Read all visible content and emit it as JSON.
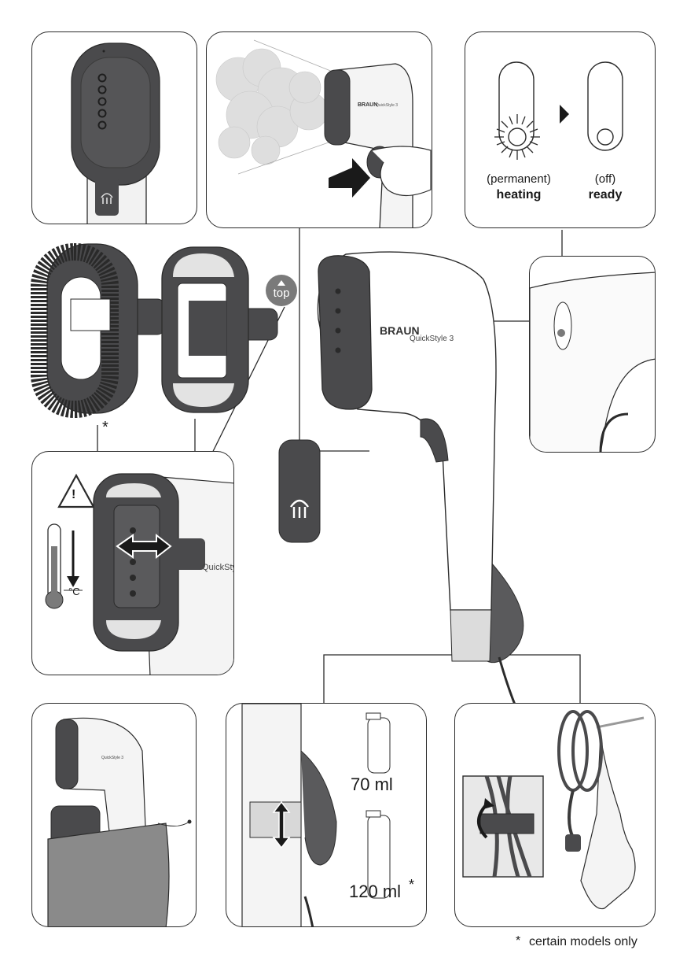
{
  "brand": {
    "logo": "BRAUN",
    "model": "QuickStyle 3",
    "model_small": "QuickStyle 3"
  },
  "indicator": {
    "left_state": "(permanent)",
    "left_label": "heating",
    "right_state": "(off)",
    "right_label": "ready"
  },
  "attachment": {
    "top_label": "top",
    "asterisk": "*"
  },
  "warning": {
    "unit": "°C",
    "symbol": "!"
  },
  "tank": {
    "small": "70 ml",
    "large": "120 ml",
    "large_mark": "*"
  },
  "footnote": {
    "mark": "*",
    "text": "certain models only"
  },
  "colors": {
    "dark": "#4a4a4c",
    "stroke": "#2b2b2b",
    "light": "#e6e6e6",
    "steam": "#dcdcdc"
  }
}
